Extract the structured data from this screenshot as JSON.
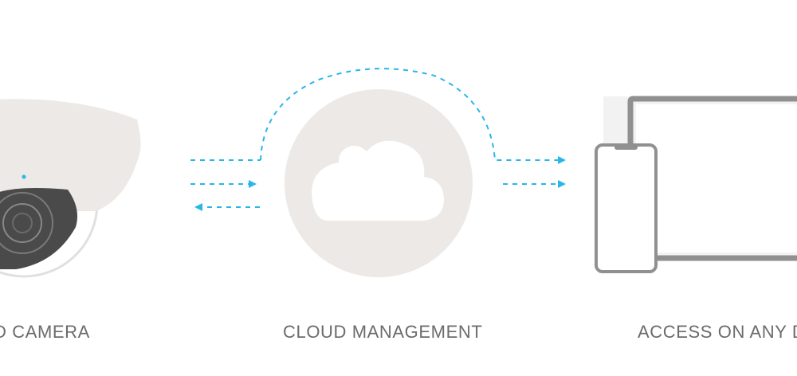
{
  "captions": {
    "camera": "D CAMERA",
    "cloud": "CLOUD MANAGEMENT",
    "access": "ACCESS ON ANY D"
  },
  "colors": {
    "background": "#ffffff",
    "shape_gray": "#ece9e7",
    "device_gray": "#909090",
    "lens_dark": "#4a4a4a",
    "accent": "#29b6e8",
    "caption": "#6b6b6b"
  },
  "icons": [
    "dome-camera-icon",
    "cloud-icon",
    "smartphone-icon",
    "laptop-icon"
  ]
}
